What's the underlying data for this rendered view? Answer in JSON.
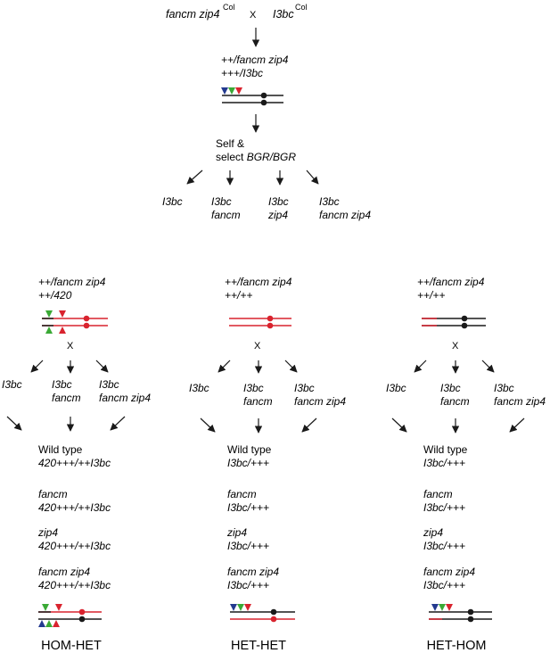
{
  "top": {
    "cross_left_a": "fancm zip4",
    "cross_left_sup": "Col",
    "cross_x": "X",
    "cross_right_a": "I3bc",
    "cross_right_sup": "Col",
    "f1_line1": "++/fancm zip4",
    "f1_line2": "+++/I3bc",
    "self_line1": "Self &",
    "self_line2_a": "select ",
    "self_line2_b": "BGR/BGR",
    "lines": [
      {
        "l1": "I3bc",
        "l2": ""
      },
      {
        "l1": "I3bc",
        "l2": "fancm"
      },
      {
        "l1": "I3bc",
        "l2": "zip4"
      },
      {
        "l1": "I3bc",
        "l2": "fancm zip4"
      }
    ]
  },
  "panels": [
    {
      "parent_line1": "++/fancm zip4",
      "parent_line2": "++/420",
      "cross_x": "X",
      "lines": [
        {
          "l1": "I3bc",
          "l2": ""
        },
        {
          "l1": "I3bc",
          "l2": "fancm"
        },
        {
          "l1": "I3bc",
          "l2": "fancm zip4"
        }
      ],
      "genotypes": [
        {
          "name": "Wild type",
          "value": "420+++/++I3bc"
        },
        {
          "name": "fancm",
          "value": "420+++/++I3bc"
        },
        {
          "name": "zip4",
          "value": "420+++/++I3bc"
        },
        {
          "name": "fancm zip4",
          "value": "420+++/++I3bc"
        }
      ],
      "label": "HOM-HET"
    },
    {
      "parent_line1": "++/fancm zip4",
      "parent_line2": "++/++",
      "cross_x": "X",
      "lines": [
        {
          "l1": "I3bc",
          "l2": ""
        },
        {
          "l1": "I3bc",
          "l2": "fancm"
        },
        {
          "l1": "I3bc",
          "l2": "fancm zip4"
        }
      ],
      "genotypes": [
        {
          "name": "Wild type",
          "value": "I3bc/+++"
        },
        {
          "name": "fancm",
          "value": "I3bc/+++"
        },
        {
          "name": "zip4",
          "value": "I3bc/+++"
        },
        {
          "name": "fancm zip4",
          "value": "I3bc/+++"
        }
      ],
      "label": "HET-HET"
    },
    {
      "parent_line1": "++/fancm zip4",
      "parent_line2": "++/++",
      "cross_x": "X",
      "lines": [
        {
          "l1": "I3bc",
          "l2": ""
        },
        {
          "l1": "I3bc",
          "l2": "fancm"
        },
        {
          "l1": "I3bc",
          "l2": "fancm zip4"
        }
      ],
      "genotypes": [
        {
          "name": "Wild type",
          "value": "I3bc/+++"
        },
        {
          "name": "fancm",
          "value": "I3bc/+++"
        },
        {
          "name": "zip4",
          "value": "I3bc/+++"
        },
        {
          "name": "fancm zip4",
          "value": "I3bc/+++"
        }
      ],
      "label": "HET-HOM"
    }
  ],
  "colors": {
    "red": "#d9232e",
    "black": "#1a1a1a",
    "green": "#3aa935",
    "blue": "#233a8f"
  }
}
